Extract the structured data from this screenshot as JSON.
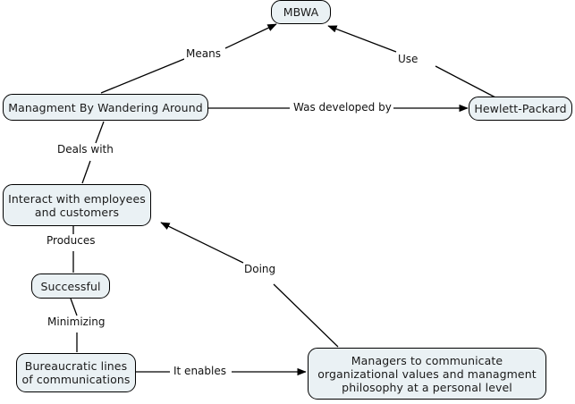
{
  "diagram": {
    "title": "MBWA concept map",
    "node_fill": "#eaf1f4",
    "node_stroke": "#000000",
    "edge_stroke": "#000000",
    "background": "#ffffff",
    "nodes": [
      {
        "id": "mbwa",
        "label": "MBWA"
      },
      {
        "id": "mbwa_full",
        "label": "Managment By Wandering Around"
      },
      {
        "id": "hp",
        "label": "Hewlett-Packard"
      },
      {
        "id": "interact",
        "label": "Interact with employees\nand customers"
      },
      {
        "id": "successful",
        "label": "Successful"
      },
      {
        "id": "bureaucratic",
        "label": "Bureaucratic lines\nof communications"
      },
      {
        "id": "managers",
        "label": "Managers to communicate\norganizational values and managment\nphilosophy at a personal level"
      }
    ],
    "edge_labels": [
      {
        "id": "means",
        "label": "Means"
      },
      {
        "id": "use",
        "label": "Use"
      },
      {
        "id": "was_developed",
        "label": "Was developed by"
      },
      {
        "id": "deals_with",
        "label": "Deals with"
      },
      {
        "id": "produces",
        "label": "Produces"
      },
      {
        "id": "minimizing",
        "label": "Minimizing"
      },
      {
        "id": "doing",
        "label": "Doing"
      },
      {
        "id": "it_enables",
        "label": "It enables"
      }
    ]
  }
}
